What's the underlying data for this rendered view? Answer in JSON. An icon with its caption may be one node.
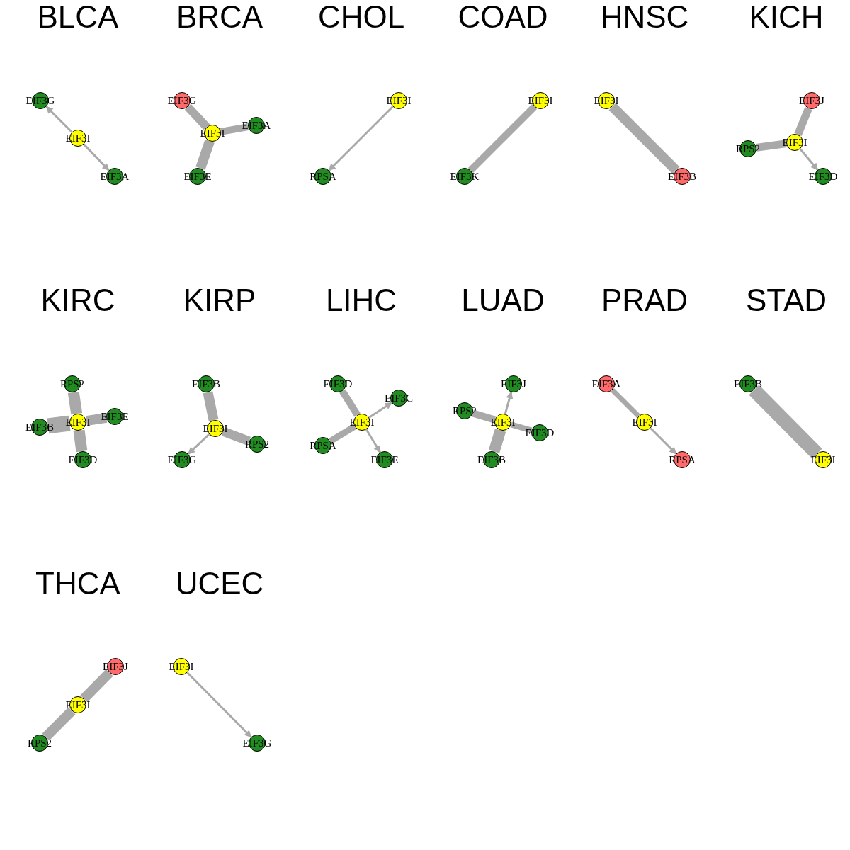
{
  "diagram": {
    "nodes": [
      {
        "text": [
          "EIF3G"
        ]
      },
      {
        "text": [
          "EIF3I"
        ]
      },
      {
        "text": [
          "EIF3A"
        ]
      },
      {
        "text": [
          "EIF3G"
        ]
      },
      {
        "text": [
          "EIF3I"
        ]
      },
      {
        "text": [
          "EIF3A"
        ]
      },
      {
        "text": [
          "EIF3E"
        ]
      },
      {
        "text": [
          "EIF3I"
        ]
      },
      {
        "text": [
          "RPSA"
        ]
      },
      {
        "text": [
          "EIF3I"
        ]
      },
      {
        "text": [
          "EIF3K"
        ]
      },
      {
        "text": [
          "EIF3I"
        ]
      },
      {
        "text": [
          "EIF3B"
        ]
      },
      {
        "text": [
          "EIF3J"
        ]
      },
      {
        "text": [
          "EIF3I"
        ]
      },
      {
        "text": [
          "RPS2"
        ]
      },
      {
        "text": [
          "EIF3D"
        ]
      },
      {
        "text": [
          "RPS2"
        ]
      },
      {
        "text": [
          "EIF3I"
        ]
      },
      {
        "text": [
          "EIF3E"
        ]
      },
      {
        "text": [
          "EIF3B"
        ]
      },
      {
        "text": [
          "EIF3D"
        ]
      },
      {
        "text": [
          "EIF3B"
        ]
      },
      {
        "text": [
          "EIF3I"
        ]
      },
      {
        "text": [
          "RPS2"
        ]
      },
      {
        "text": [
          "EIF3G"
        ]
      },
      {
        "text": [
          "EIF3D"
        ]
      },
      {
        "text": [
          "EIF3C"
        ]
      },
      {
        "text": [
          "EIF3I"
        ]
      },
      {
        "text": [
          "RPSA"
        ]
      },
      {
        "text": [
          "EIF3E"
        ]
      },
      {
        "text": [
          "EIF3J"
        ]
      },
      {
        "text": [
          "RPS2"
        ]
      },
      {
        "text": [
          "EIF3I"
        ]
      },
      {
        "text": [
          "EIF3D"
        ]
      },
      {
        "text": [
          "EIF3B"
        ]
      },
      {
        "text": [
          "EIF3A"
        ]
      },
      {
        "text": [
          "EIF3I"
        ]
      },
      {
        "text": [
          "RPSA"
        ]
      },
      {
        "text": [
          "EIF3B"
        ]
      },
      {
        "text": [
          "EIF3I"
        ]
      },
      {
        "text": [
          "EIF3J"
        ]
      },
      {
        "text": [
          "EIF3I"
        ]
      },
      {
        "text": [
          "RPS2"
        ]
      },
      {
        "text": [
          "EIF3I"
        ]
      },
      {
        "text": [
          "EIF3G"
        ]
      }
    ],
    "edges": [
      {
        "from": 1,
        "to": 0,
        "arrow": "to"
      },
      {
        "from": 1,
        "to": 2,
        "arrow": "to"
      },
      {
        "from": 4,
        "to": 3,
        "arrow": "none"
      },
      {
        "from": 4,
        "to": 5,
        "arrow": "none"
      },
      {
        "from": 4,
        "to": 6,
        "arrow": "none"
      },
      {
        "from": 7,
        "to": 8,
        "arrow": "to"
      },
      {
        "from": 9,
        "to": 10,
        "arrow": "none"
      },
      {
        "from": 11,
        "to": 12,
        "arrow": "none"
      },
      {
        "from": 14,
        "to": 13,
        "arrow": "none"
      },
      {
        "from": 14,
        "to": 15,
        "arrow": "none"
      },
      {
        "from": 14,
        "to": 16,
        "arrow": "to"
      },
      {
        "from": 18,
        "to": 17,
        "arrow": "none"
      },
      {
        "from": 18,
        "to": 19,
        "arrow": "none"
      },
      {
        "from": 18,
        "to": 20,
        "arrow": "none",
        "style": "thick"
      },
      {
        "from": 18,
        "to": 21,
        "arrow": "none"
      },
      {
        "from": 23,
        "to": 22,
        "arrow": "none"
      },
      {
        "from": 23,
        "to": 24,
        "arrow": "none"
      },
      {
        "from": 23,
        "to": 25,
        "arrow": "to"
      },
      {
        "from": 28,
        "to": 26,
        "arrow": "none"
      },
      {
        "from": 28,
        "to": 27,
        "arrow": "to"
      },
      {
        "from": 28,
        "to": 29,
        "arrow": "none"
      },
      {
        "from": 28,
        "to": 30,
        "arrow": "to"
      },
      {
        "from": 33,
        "to": 31,
        "arrow": "to"
      },
      {
        "from": 33,
        "to": 32,
        "arrow": "none"
      },
      {
        "from": 33,
        "to": 34,
        "arrow": "none"
      },
      {
        "from": 33,
        "to": 35,
        "arrow": "none"
      },
      {
        "from": 37,
        "to": 36,
        "arrow": "none"
      },
      {
        "from": 37,
        "to": 38,
        "arrow": "to"
      },
      {
        "from": 39,
        "to": 40,
        "arrow": "none",
        "style": "thick"
      },
      {
        "from": 42,
        "to": 41,
        "arrow": "none"
      },
      {
        "from": 42,
        "to": 43,
        "arrow": "none"
      },
      {
        "from": 44,
        "to": 45,
        "arrow": "to"
      }
    ],
    "labels": [
      "BLCA",
      "BRCA",
      "CHOL",
      "COAD",
      "HNSC",
      "KICH",
      "KIRC",
      "KIRP",
      "LIHC",
      "LUAD",
      "PRAD",
      "STAD",
      "THCA",
      "UCEC"
    ]
  }
}
